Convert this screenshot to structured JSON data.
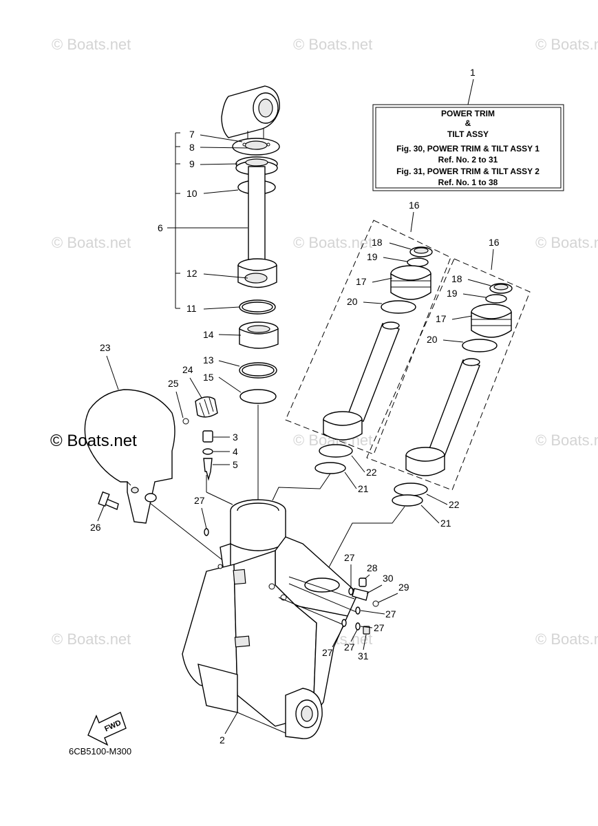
{
  "watermark": "© Boats.net",
  "title_box": {
    "ref": "1",
    "line1": "POWER TRIM",
    "line2": "&",
    "line3": "TILT ASSY",
    "line4": "Fig. 30, POWER TRIM & TILT ASSY 1",
    "line5": "Ref. No. 2 to 31",
    "line6": "Fig. 31, POWER TRIM & TILT ASSY 2",
    "line7": "Ref. No. 1 to 38"
  },
  "callouts": {
    "c2": "2",
    "c3": "3",
    "c4": "4",
    "c5": "5",
    "c6": "6",
    "c7": "7",
    "c8": "8",
    "c9": "9",
    "c10": "10",
    "c11": "11",
    "c12": "12",
    "c13": "13",
    "c14": "14",
    "c15": "15",
    "c16a": "16",
    "c16b": "16",
    "c17a": "17",
    "c17b": "17",
    "c18a": "18",
    "c18b": "18",
    "c19a": "19",
    "c19b": "19",
    "c20a": "20",
    "c20b": "20",
    "c21a": "21",
    "c21b": "21",
    "c22a": "22",
    "c22b": "22",
    "c23": "23",
    "c24": "24",
    "c25": "25",
    "c26": "26",
    "c27a": "27",
    "c27b": "27",
    "c27c": "27",
    "c27d": "27",
    "c27e": "27",
    "c27f": "27",
    "c28": "28",
    "c29": "29",
    "c30": "30",
    "c31": "31"
  },
  "fwd_label": "FWD",
  "diagram_code": "6CB5100-M300"
}
